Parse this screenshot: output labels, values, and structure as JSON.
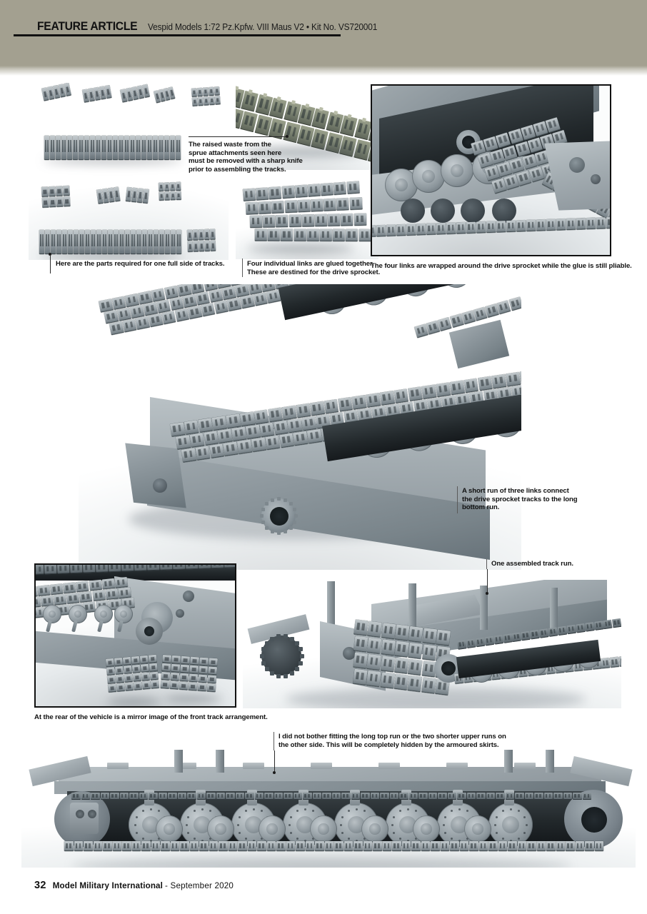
{
  "header": {
    "feature_label": "FEATURE ARTICLE",
    "subtitle": "Vespid Models 1:72 Pz.Kpfw. VIII Maus V2 • Kit No. VS720001",
    "band_color": "#a3a090"
  },
  "captions": {
    "sprue_waste": {
      "line1": "The raised waste from the",
      "line2": "sprue attachments seen here",
      "line3": "must be removed with a sharp knife",
      "line4": "prior to assembling the tracks."
    },
    "parts_required": {
      "line1": "Here are the parts required for one full side of tracks."
    },
    "four_links_glued": {
      "line1": "Four individual links are glued together.",
      "line2": "These are destined for the drive sprocket."
    },
    "wrapped_sprocket": {
      "line1": "The four links are wrapped around the drive sprocket while the glue is still pliable."
    },
    "short_run": {
      "line1": "A short run of three links connect",
      "line2": "the drive sprocket tracks to the long",
      "line3": "bottom run."
    },
    "one_assembled": {
      "line1": "One assembled track run."
    },
    "rear_mirror": {
      "line1": "At the rear of the vehicle is a mirror image of the front track arrangement."
    },
    "not_fitted": {
      "line1": "I did not bother fitting the long top run or the two shorter upper runs on",
      "line2": "the other side. This will be completely hidden by the armoured skirts."
    }
  },
  "figures": {
    "parts_layout": "track-link-parts-laid-out-on-white",
    "sprue_closeup": "track-links-with-sprue-waste",
    "four-link-segment": "four-links-glued-curved-segment",
    "sprocket_wrap": "hull-underside-with-links-wrapped-on-drive-sprocket",
    "full_lower_hull": "lower-hull-with-both-track-runs-assembled",
    "rear_detail": "rear-idler-with-two-loose-link-groups",
    "hull_three_quarter": "lower-hull-three-quarter-view-with-tracks",
    "hull_side_profile": "lower-hull-side-profile-with-road-wheels"
  },
  "footer": {
    "page_number": "32",
    "magazine": "Model Military International",
    "issue": "- September 2020"
  }
}
